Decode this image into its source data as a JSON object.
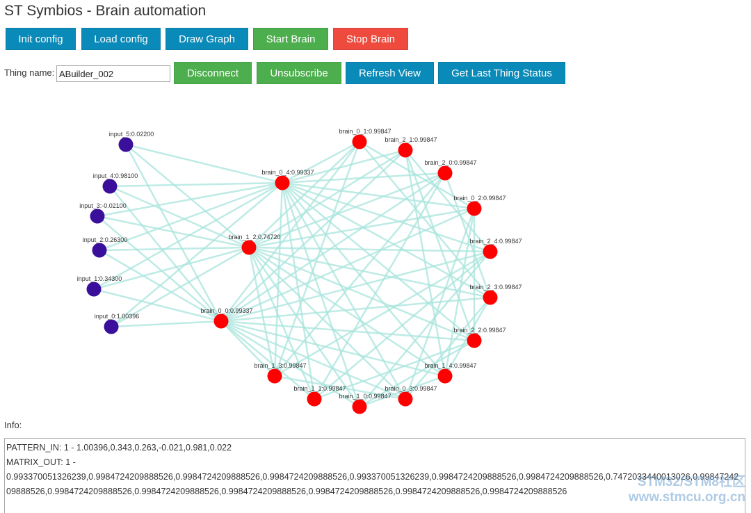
{
  "app": {
    "title": "ST Symbios - Brain automation"
  },
  "toolbar": {
    "init_config": "Init config",
    "load_config": "Load config",
    "draw_graph": "Draw Graph",
    "start_brain": "Start Brain",
    "stop_brain": "Stop Brain"
  },
  "thing": {
    "label": "Thing name:",
    "value": "ABuilder_002",
    "disconnect": "Disconnect",
    "unsubscribe": "Unsubscribe",
    "refresh_view": "Refresh View",
    "get_last_status": "Get Last Thing Status"
  },
  "graph": {
    "colors": {
      "input": "#3a0f9c",
      "brain": "#ff0000",
      "edge": "#a8e4dc"
    },
    "nodes": [
      {
        "id": "input_5",
        "label": "input_5:0.02200",
        "kind": "input"
      },
      {
        "id": "input_4",
        "label": "input_4:0.98100",
        "kind": "input"
      },
      {
        "id": "input_3",
        "label": "input_3:-0.02100",
        "kind": "input"
      },
      {
        "id": "input_2",
        "label": "input_2:0.26300",
        "kind": "input"
      },
      {
        "id": "input_1",
        "label": "input_1:0.34300",
        "kind": "input"
      },
      {
        "id": "input_0",
        "label": "input_0:1.00396",
        "kind": "input"
      },
      {
        "id": "brain_0_1",
        "label": "brain_0_1:0.99847",
        "kind": "brain"
      },
      {
        "id": "brain_2_1",
        "label": "brain_2_1:0.99847",
        "kind": "brain"
      },
      {
        "id": "brain_0_4",
        "label": "brain_0_4:0.99337",
        "kind": "brain"
      },
      {
        "id": "brain_2_0",
        "label": "brain_2_0:0.99847",
        "kind": "brain"
      },
      {
        "id": "brain_0_2",
        "label": "brain_0_2:0.99847",
        "kind": "brain"
      },
      {
        "id": "brain_1_2",
        "label": "brain_1_2:0.74720",
        "kind": "brain"
      },
      {
        "id": "brain_2_4",
        "label": "brain_2_4:0.99847",
        "kind": "brain"
      },
      {
        "id": "brain_2_3",
        "label": "brain_2_3:0.99847",
        "kind": "brain"
      },
      {
        "id": "brain_0_0",
        "label": "brain_0_0:0.99337",
        "kind": "brain"
      },
      {
        "id": "brain_2_2",
        "label": "brain_2_2:0.99847",
        "kind": "brain"
      },
      {
        "id": "brain_1_3",
        "label": "brain_1_3:0.99847",
        "kind": "brain"
      },
      {
        "id": "brain_1_4",
        "label": "brain_1_4:0.99847",
        "kind": "brain"
      },
      {
        "id": "brain_1_1",
        "label": "brain_1_1:0.99847",
        "kind": "brain"
      },
      {
        "id": "brain_0_3",
        "label": "brain_0_3:0.99847",
        "kind": "brain"
      },
      {
        "id": "brain_1_0",
        "label": "brain_1_0:0.99847",
        "kind": "brain"
      }
    ]
  },
  "info": {
    "label": "Info:",
    "pattern_in": "PATTERN_IN: 1 - 1.00396,0.343,0.263,-0.021,0.981,0.022",
    "matrix_out": "MATRIX_OUT: 1 -",
    "matrix_values": "0.993370051326239,0.9984724209888526,0.9984724209888526,0.9984724209888526,0.993370051326239,0.9984724209888526,0.9984724209888526,0.7472033440013026,0.9984724209888526,0.9984724209888526,0.9984724209888526,0.9984724209888526,0.9984724209888526,0.9984724209888526,0.9984724209888526"
  },
  "watermark": {
    "line1": "STM32/STM8社区",
    "line2": "www.stmcu.org.cn"
  }
}
